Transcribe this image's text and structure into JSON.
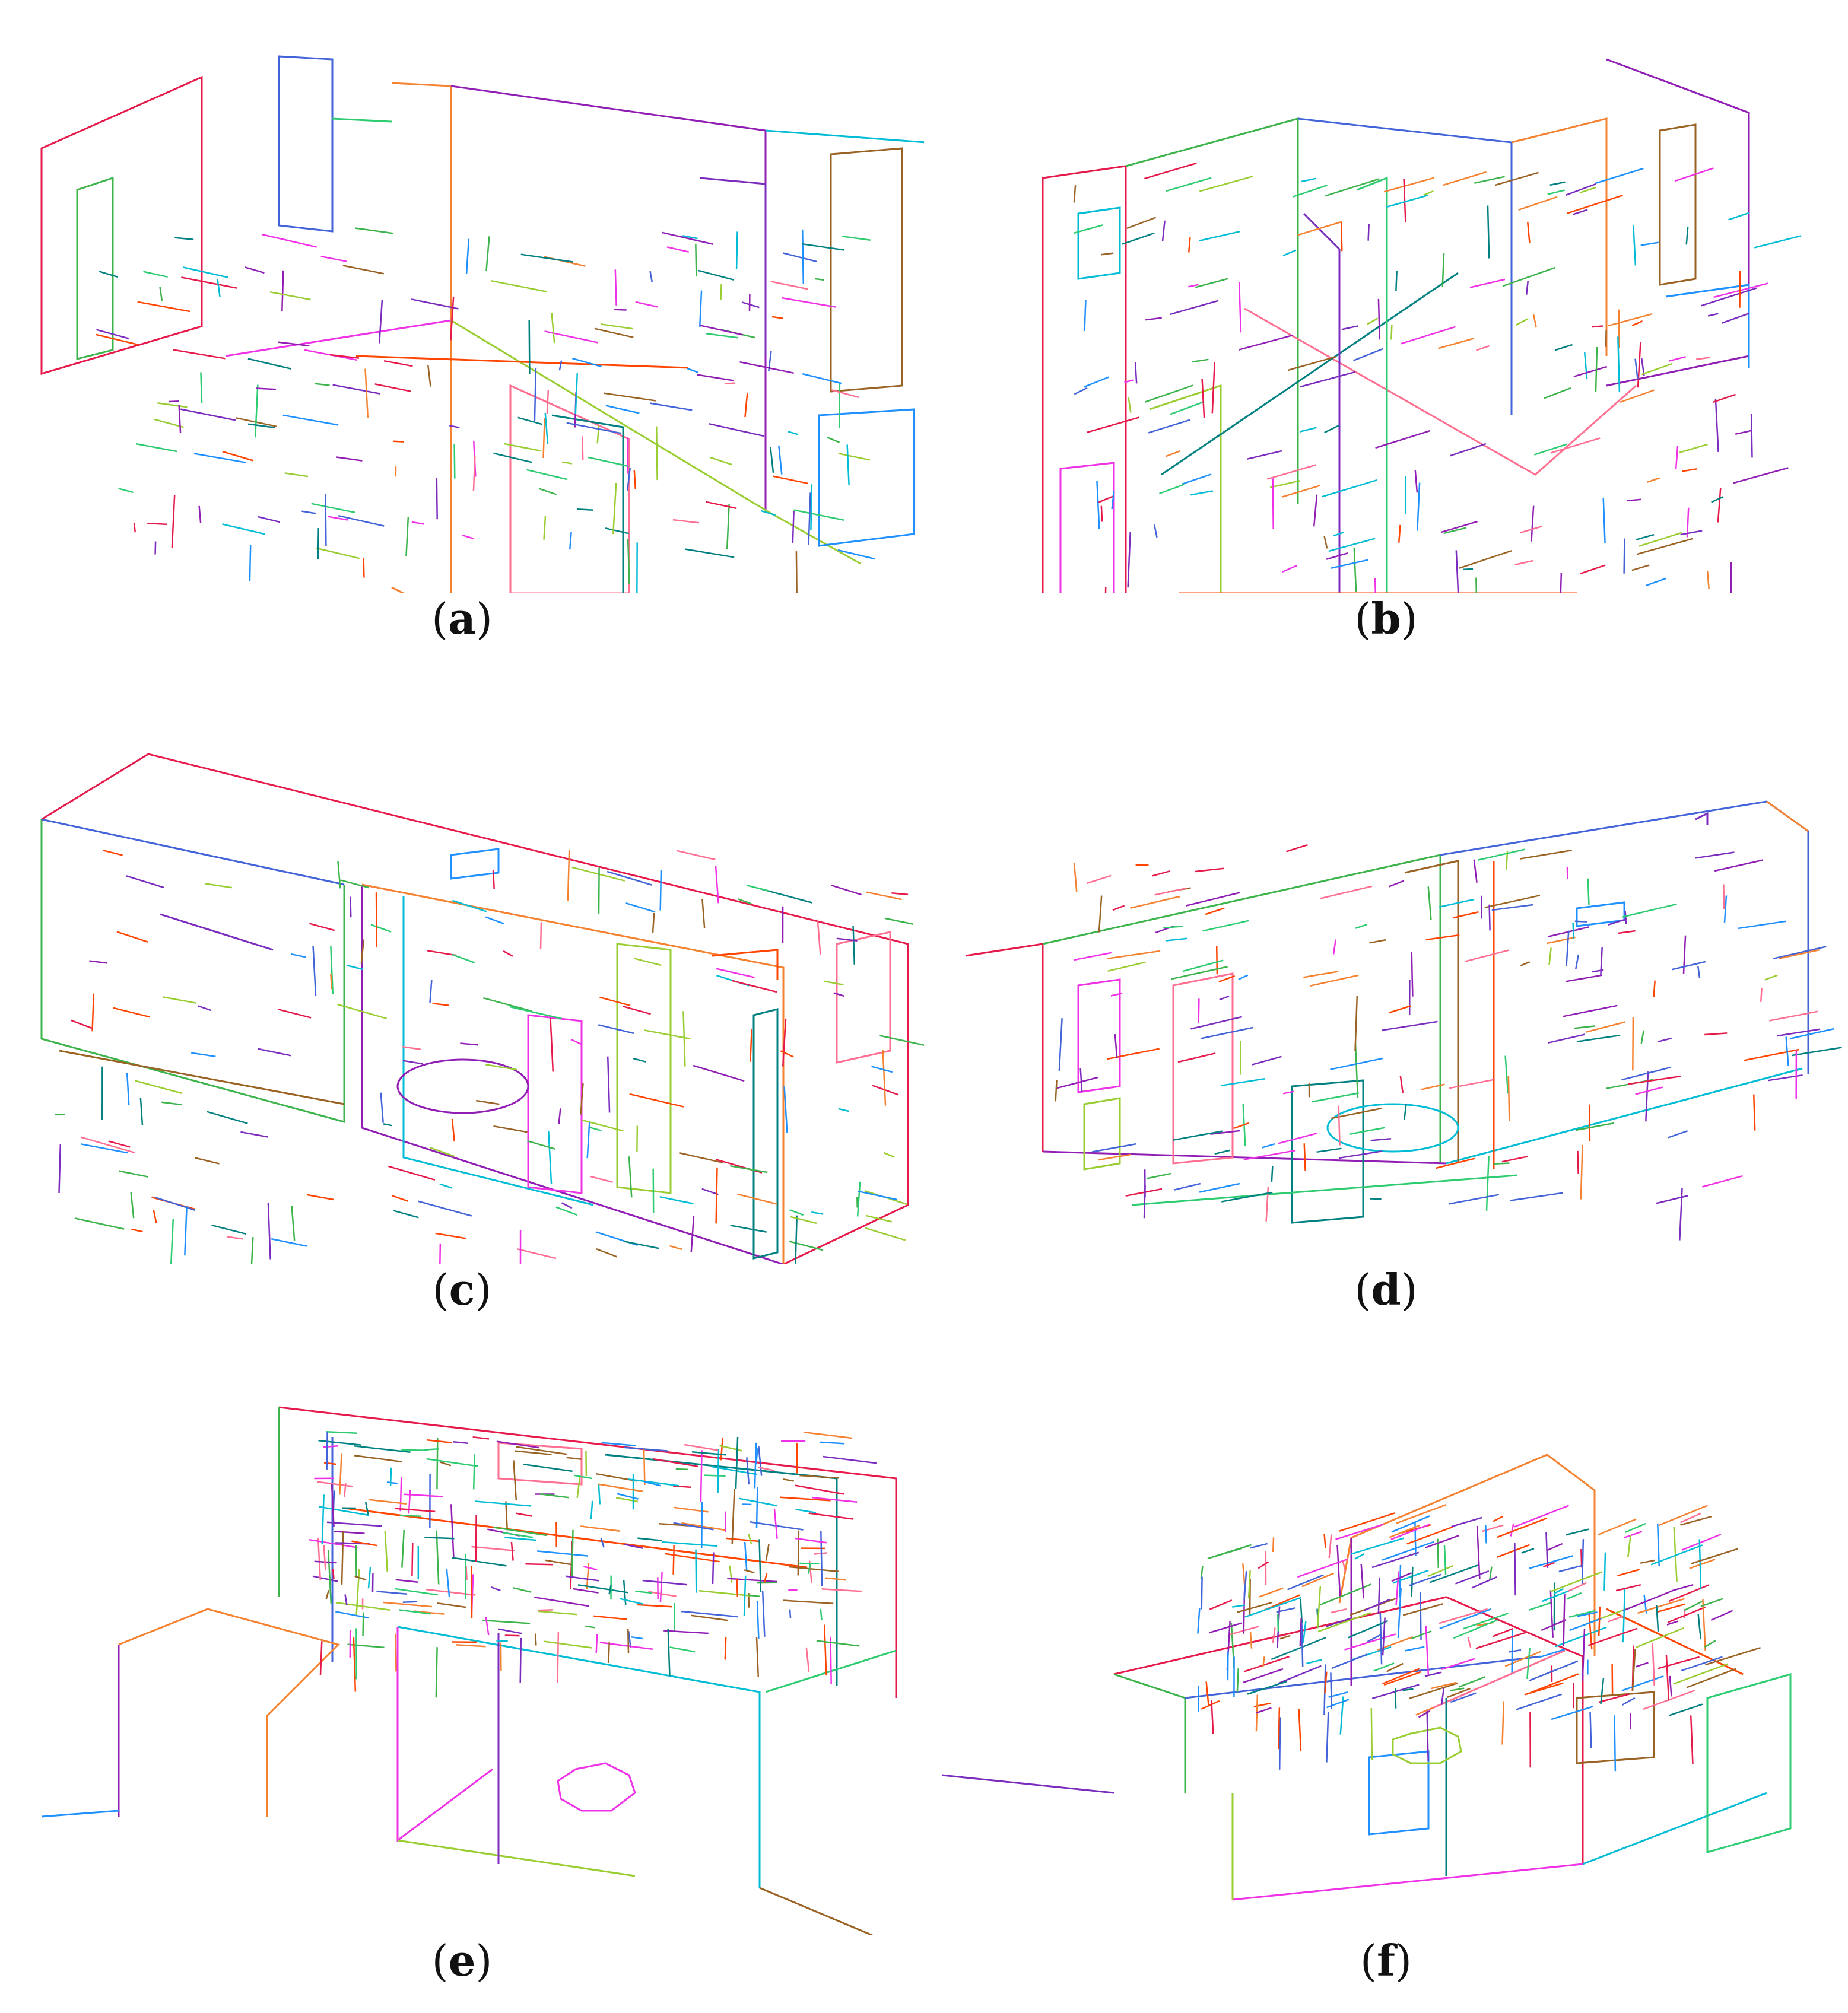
{
  "panels": [
    {
      "id": "a",
      "letter": "a"
    },
    {
      "id": "b",
      "letter": "b"
    },
    {
      "id": "c",
      "letter": "c"
    },
    {
      "id": "d",
      "letter": "d"
    },
    {
      "id": "e",
      "letter": "e"
    },
    {
      "id": "f",
      "letter": "f"
    }
  ],
  "line_palette": [
    "#e6194b",
    "#3cb44b",
    "#4363d8",
    "#f58231",
    "#911eb4",
    "#00bcd4",
    "#f032e6",
    "#9acd32",
    "#ff6f91",
    "#008080",
    "#9a6324",
    "#1e90ff",
    "#7b2cbf",
    "#2ecc71",
    "#ff4500"
  ]
}
